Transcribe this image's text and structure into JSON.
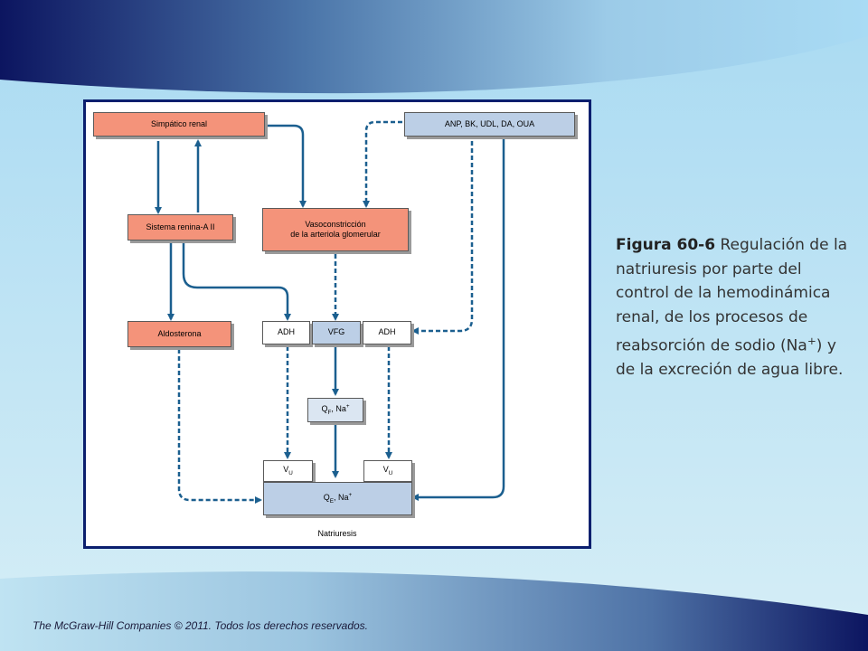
{
  "caption": {
    "label": "Figura 60-6",
    "text": "Regulación de la natriuresis por parte del control de la hemodinámica renal, de los procesos de reabsorción de sodio (Na",
    "sup": "+",
    "text_end": ") y de la excreción de agua libre."
  },
  "credit": "The McGraw-Hill Companies © 2011. Todos los derechos reservados.",
  "diagram": {
    "simpatico": "Simpático renal",
    "anp": "ANP, BK, UDL, DA, OUA",
    "renina": "Sistema renina-A II",
    "vaso_line1": "Vasoconstricción",
    "vaso_line2": "de la arteriola glomerular",
    "aldosterona": "Aldosterona",
    "adh_left": "ADH",
    "vfg": "VFG",
    "adh_right": "ADH",
    "qf_q": "Q",
    "qf_sub": "F",
    "qf_rest": ", Na",
    "qf_sup": "+",
    "vu_left_v": "V",
    "vu_left_sub": "U",
    "vu_right_v": "V",
    "vu_right_sub": "U",
    "qe_q": "Q",
    "qe_sub": "E",
    "qe_rest": ", Na",
    "qe_sup": "+",
    "natriuresis": "Natriuresis"
  },
  "colors": {
    "frame": "#0b1f6e",
    "arrow": "#1b5f8f",
    "salmon_box": "#f4937a",
    "blue_box": "#bccfe6",
    "pale_box": "#dbe6f2"
  }
}
